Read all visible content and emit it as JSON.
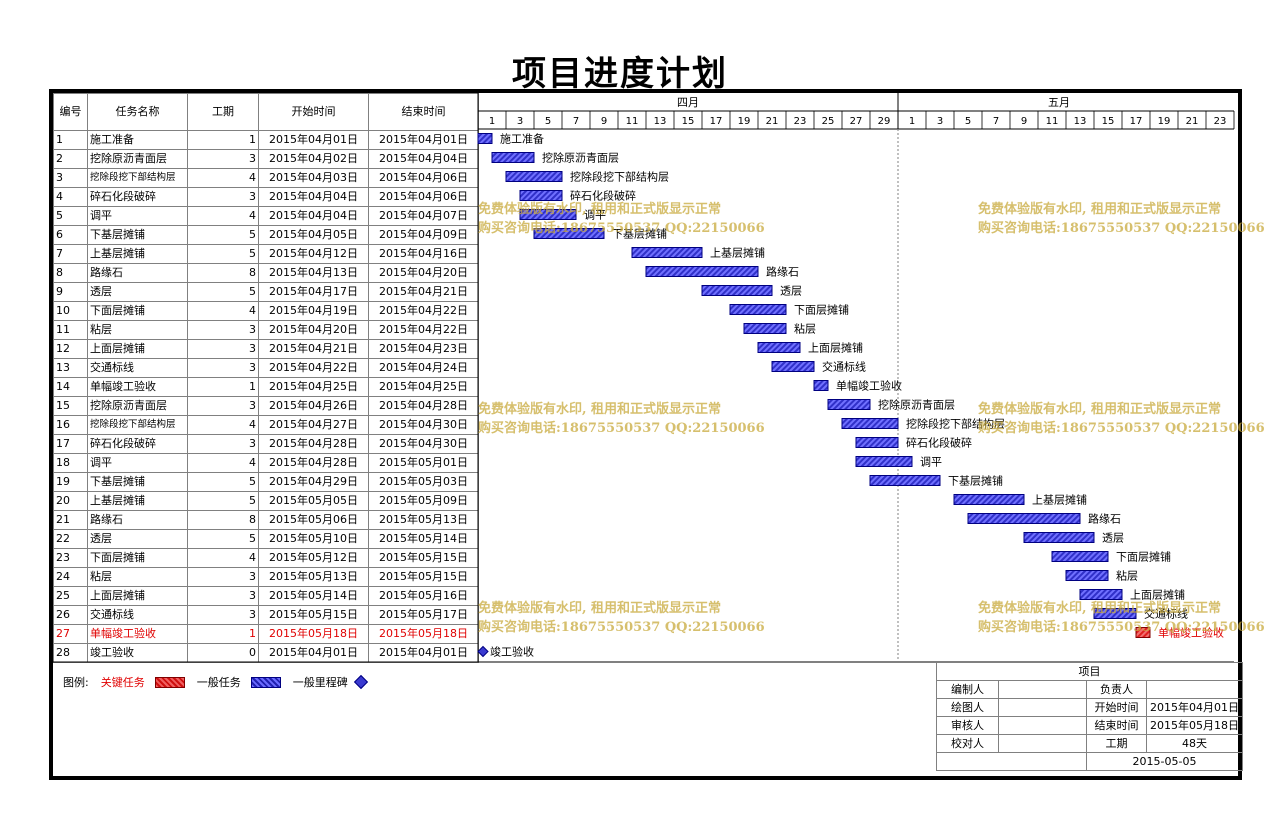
{
  "title": "项目进度计划",
  "table": {
    "headers": {
      "no": "编号",
      "name": "任务名称",
      "duration": "工期",
      "start": "开始时间",
      "end": "结束时间"
    },
    "rows": [
      {
        "no": "1",
        "name": "施工准备",
        "duration": "1",
        "start": "2015年04月01日",
        "end": "2015年04月01日",
        "critical": false
      },
      {
        "no": "2",
        "name": "挖除原沥青面层",
        "duration": "3",
        "start": "2015年04月02日",
        "end": "2015年04月04日",
        "critical": false
      },
      {
        "no": "3",
        "name": "挖除段挖下部结构层",
        "duration": "4",
        "start": "2015年04月03日",
        "end": "2015年04月06日",
        "critical": false
      },
      {
        "no": "4",
        "name": "碎石化段破碎",
        "duration": "3",
        "start": "2015年04月04日",
        "end": "2015年04月06日",
        "critical": false
      },
      {
        "no": "5",
        "name": "调平",
        "duration": "4",
        "start": "2015年04月04日",
        "end": "2015年04月07日",
        "critical": false
      },
      {
        "no": "6",
        "name": "下基层摊铺",
        "duration": "5",
        "start": "2015年04月05日",
        "end": "2015年04月09日",
        "critical": false
      },
      {
        "no": "7",
        "name": "上基层摊铺",
        "duration": "5",
        "start": "2015年04月12日",
        "end": "2015年04月16日",
        "critical": false
      },
      {
        "no": "8",
        "name": "路缘石",
        "duration": "8",
        "start": "2015年04月13日",
        "end": "2015年04月20日",
        "critical": false
      },
      {
        "no": "9",
        "name": "透层",
        "duration": "5",
        "start": "2015年04月17日",
        "end": "2015年04月21日",
        "critical": false
      },
      {
        "no": "10",
        "name": "下面层摊铺",
        "duration": "4",
        "start": "2015年04月19日",
        "end": "2015年04月22日",
        "critical": false
      },
      {
        "no": "11",
        "name": "粘层",
        "duration": "3",
        "start": "2015年04月20日",
        "end": "2015年04月22日",
        "critical": false
      },
      {
        "no": "12",
        "name": "上面层摊铺",
        "duration": "3",
        "start": "2015年04月21日",
        "end": "2015年04月23日",
        "critical": false
      },
      {
        "no": "13",
        "name": "交通标线",
        "duration": "3",
        "start": "2015年04月22日",
        "end": "2015年04月24日",
        "critical": false
      },
      {
        "no": "14",
        "name": "单幅竣工验收",
        "duration": "1",
        "start": "2015年04月25日",
        "end": "2015年04月25日",
        "critical": false
      },
      {
        "no": "15",
        "name": "挖除原沥青面层",
        "duration": "3",
        "start": "2015年04月26日",
        "end": "2015年04月28日",
        "critical": false
      },
      {
        "no": "16",
        "name": "挖除段挖下部结构层",
        "duration": "4",
        "start": "2015年04月27日",
        "end": "2015年04月30日",
        "critical": false
      },
      {
        "no": "17",
        "name": "碎石化段破碎",
        "duration": "3",
        "start": "2015年04月28日",
        "end": "2015年04月30日",
        "critical": false
      },
      {
        "no": "18",
        "name": "调平",
        "duration": "4",
        "start": "2015年04月28日",
        "end": "2015年05月01日",
        "critical": false
      },
      {
        "no": "19",
        "name": "下基层摊铺",
        "duration": "5",
        "start": "2015年04月29日",
        "end": "2015年05月03日",
        "critical": false
      },
      {
        "no": "20",
        "name": "上基层摊铺",
        "duration": "5",
        "start": "2015年05月05日",
        "end": "2015年05月09日",
        "critical": false
      },
      {
        "no": "21",
        "name": "路缘石",
        "duration": "8",
        "start": "2015年05月06日",
        "end": "2015年05月13日",
        "critical": false
      },
      {
        "no": "22",
        "name": "透层",
        "duration": "5",
        "start": "2015年05月10日",
        "end": "2015年05月14日",
        "critical": false
      },
      {
        "no": "23",
        "name": "下面层摊铺",
        "duration": "4",
        "start": "2015年05月12日",
        "end": "2015年05月15日",
        "critical": false
      },
      {
        "no": "24",
        "name": "粘层",
        "duration": "3",
        "start": "2015年05月13日",
        "end": "2015年05月15日",
        "critical": false
      },
      {
        "no": "25",
        "name": "上面层摊铺",
        "duration": "3",
        "start": "2015年05月14日",
        "end": "2015年05月16日",
        "critical": false
      },
      {
        "no": "26",
        "name": "交通标线",
        "duration": "3",
        "start": "2015年05月15日",
        "end": "2015年05月17日",
        "critical": false
      },
      {
        "no": "27",
        "name": "单幅竣工验收",
        "duration": "1",
        "start": "2015年05月18日",
        "end": "2015年05月18日",
        "critical": true
      },
      {
        "no": "28",
        "name": "竣工验收",
        "duration": "0",
        "start": "2015年04月01日",
        "end": "2015年04月01日",
        "critical": false
      }
    ]
  },
  "chart_data": {
    "type": "gantt",
    "months": [
      {
        "label": "四月",
        "month": 4,
        "days": 30
      },
      {
        "label": "五月",
        "month": 5,
        "days": 23
      }
    ],
    "day_ticks": {
      "四月": [
        "1",
        "3",
        "5",
        "7",
        "9",
        "11",
        "13",
        "15",
        "17",
        "19",
        "21",
        "23",
        "25",
        "27",
        "29"
      ],
      "五月": [
        "1",
        "3",
        "5",
        "7",
        "9",
        "11",
        "13",
        "15",
        "17",
        "19",
        "21",
        "23"
      ]
    },
    "tasks": [
      {
        "label": "施工准备",
        "start": "04-01",
        "end": "04-01",
        "kind": "normal"
      },
      {
        "label": "挖除原沥青面层",
        "start": "04-02",
        "end": "04-04",
        "kind": "normal"
      },
      {
        "label": "挖除段挖下部结构层",
        "start": "04-03",
        "end": "04-06",
        "kind": "normal"
      },
      {
        "label": "碎石化段破碎",
        "start": "04-04",
        "end": "04-06",
        "kind": "normal"
      },
      {
        "label": "调平",
        "start": "04-04",
        "end": "04-07",
        "kind": "normal"
      },
      {
        "label": "下基层摊铺",
        "start": "04-05",
        "end": "04-09",
        "kind": "normal"
      },
      {
        "label": "上基层摊铺",
        "start": "04-12",
        "end": "04-16",
        "kind": "normal"
      },
      {
        "label": "路缘石",
        "start": "04-13",
        "end": "04-20",
        "kind": "normal"
      },
      {
        "label": "透层",
        "start": "04-17",
        "end": "04-21",
        "kind": "normal"
      },
      {
        "label": "下面层摊铺",
        "start": "04-19",
        "end": "04-22",
        "kind": "normal"
      },
      {
        "label": "粘层",
        "start": "04-20",
        "end": "04-22",
        "kind": "normal"
      },
      {
        "label": "上面层摊铺",
        "start": "04-21",
        "end": "04-23",
        "kind": "normal"
      },
      {
        "label": "交通标线",
        "start": "04-22",
        "end": "04-24",
        "kind": "normal"
      },
      {
        "label": "单幅竣工验收",
        "start": "04-25",
        "end": "04-25",
        "kind": "normal"
      },
      {
        "label": "挖除原沥青面层",
        "start": "04-26",
        "end": "04-28",
        "kind": "normal"
      },
      {
        "label": "挖除段挖下部结构层",
        "start": "04-27",
        "end": "04-30",
        "kind": "normal"
      },
      {
        "label": "碎石化段破碎",
        "start": "04-28",
        "end": "04-30",
        "kind": "normal"
      },
      {
        "label": "调平",
        "start": "04-28",
        "end": "05-01",
        "kind": "normal"
      },
      {
        "label": "下基层摊铺",
        "start": "04-29",
        "end": "05-03",
        "kind": "normal"
      },
      {
        "label": "上基层摊铺",
        "start": "05-05",
        "end": "05-09",
        "kind": "normal"
      },
      {
        "label": "路缘石",
        "start": "05-06",
        "end": "05-13",
        "kind": "normal"
      },
      {
        "label": "透层",
        "start": "05-10",
        "end": "05-14",
        "kind": "normal"
      },
      {
        "label": "下面层摊铺",
        "start": "05-12",
        "end": "05-15",
        "kind": "normal"
      },
      {
        "label": "粘层",
        "start": "05-13",
        "end": "05-15",
        "kind": "normal"
      },
      {
        "label": "上面层摊铺",
        "start": "05-14",
        "end": "05-16",
        "kind": "normal"
      },
      {
        "label": "交通标线",
        "start": "05-15",
        "end": "05-17",
        "kind": "normal"
      },
      {
        "label": "单幅竣工验收",
        "start": "05-18",
        "end": "05-18",
        "kind": "critical"
      },
      {
        "label": "竣工验收",
        "start": "04-01",
        "end": "04-01",
        "kind": "milestone"
      }
    ],
    "colors": {
      "normal": "#3030c8",
      "critical": "#e02020",
      "milestone": "#3a3ad0",
      "month_divider": "#808080"
    }
  },
  "legend": {
    "title": "图例:",
    "critical_label": "关键任务",
    "normal_label": "一般任务",
    "milestone_label": "一般里程碑"
  },
  "info": {
    "header": "项目",
    "compiled_by_label": "编制人",
    "compiled_by": "",
    "owner_label": "负责人",
    "owner": "",
    "drawn_by_label": "绘图人",
    "drawn_by": "",
    "start_label": "开始时间",
    "start": "2015年04月01日",
    "reviewed_by_label": "审核人",
    "reviewed_by": "",
    "end_label": "结束时间",
    "end": "2015年05月18日",
    "checked_by_label": "校对人",
    "checked_by": "",
    "duration_label": "工期",
    "duration": "48天",
    "date": "2015-05-05"
  },
  "watermark": {
    "line1": "免费体验版有水印, 租用和正式版显示正常",
    "line2": "购买咨询电话:18675550537 QQ:22150066"
  }
}
